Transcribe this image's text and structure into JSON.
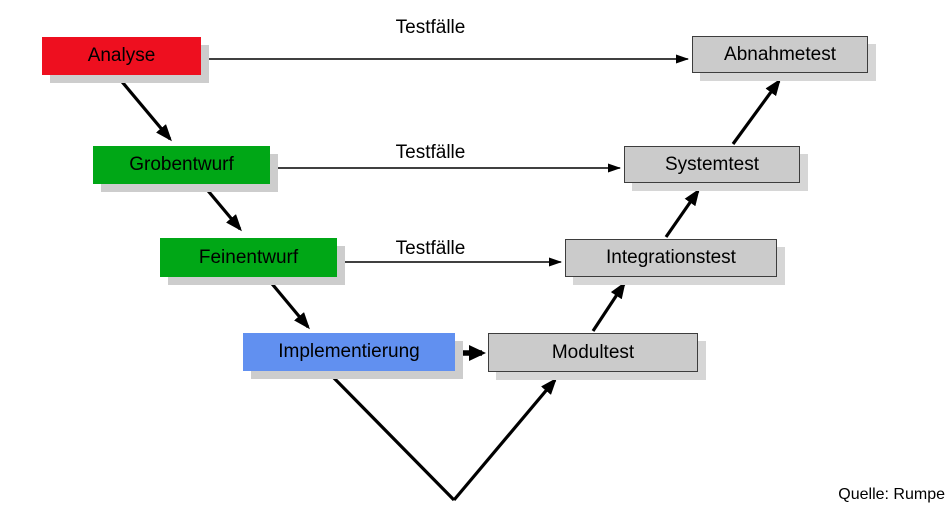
{
  "phases": [
    {
      "id": "analyse",
      "label": "Analyse",
      "color": "#ee0f1f"
    },
    {
      "id": "grobentwurf",
      "label": "Grobentwurf",
      "color": "#00a716"
    },
    {
      "id": "feinentwurf",
      "label": "Feinentwurf",
      "color": "#00a716"
    },
    {
      "id": "implementierung",
      "label": "Implementierung",
      "color": "#6190f0"
    }
  ],
  "tests": [
    {
      "id": "modultest",
      "label": "Modultest"
    },
    {
      "id": "integrationstest",
      "label": "Integrationstest"
    },
    {
      "id": "systemtest",
      "label": "Systemtest"
    },
    {
      "id": "abnahmetest",
      "label": "Abnahmetest"
    }
  ],
  "labels": {
    "testcases": "Testfälle",
    "source": "Quelle: Rumpe"
  },
  "colors": {
    "test_fill": "#cbcbcb",
    "test_border": "#3d3d3d",
    "arrow": "#000000",
    "background": "#ffffff",
    "shadow": "#cdcdcd"
  }
}
